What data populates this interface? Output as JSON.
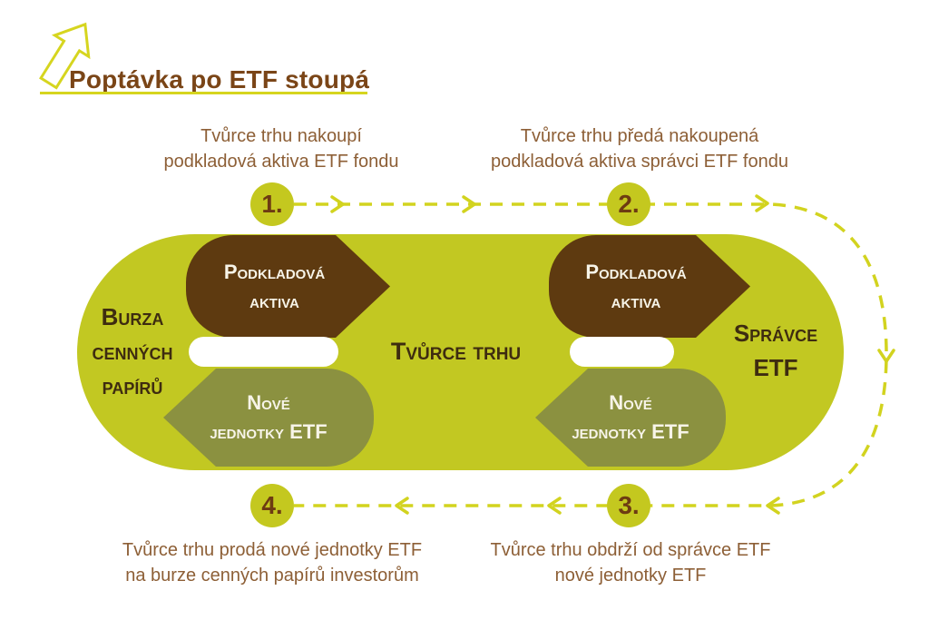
{
  "title": "Poptávka po ETF stoupá",
  "steps": [
    {
      "number": "1.",
      "caption_line1": "Tvůrce trhu nakoupí",
      "caption_line2": "podkladová aktiva ETF fondu"
    },
    {
      "number": "2.",
      "caption_line1": "Tvůrce trhu předá nakoupená",
      "caption_line2": "podkladová aktiva správci ETF fondu"
    },
    {
      "number": "3.",
      "caption_line1": "Tvůrce trhu obdrží od správce ETF",
      "caption_line2": "nové jednotky ETF"
    },
    {
      "number": "4.",
      "caption_line1": "Tvůrce trhu prodá nové jednotky ETF",
      "caption_line2": "na burze cenných papírů investorům"
    }
  ],
  "entities": {
    "stock_exchange": {
      "line1": "Burza",
      "line2": "cenných",
      "line3": "papírů"
    },
    "market_maker": "Tvůrce trhu",
    "etf_manager": {
      "line1": "Správce",
      "line2": "ETF"
    }
  },
  "flows": {
    "underlying_assets": {
      "line1": "Podkladová",
      "line2": "aktiva"
    },
    "new_etf_units": {
      "line1": "Nové",
      "line2": "jednotky ETF"
    }
  },
  "icons": {
    "growth_arrow": "up-right-outlined-arrow"
  },
  "colors": {
    "pill_green": "#c2c822",
    "badge_green": "#c4c81f",
    "dash_yellow": "#d2d31f",
    "underline_yellow": "#d6d51f",
    "arrow_brown": "#5e3a10",
    "arrow_olive": "#8b9140",
    "title_brown": "#7a4517",
    "caption_brown": "#8d5f36",
    "entity_text_dark": "#3e2c10",
    "arrow_label_cream": "#f7f4e8"
  }
}
